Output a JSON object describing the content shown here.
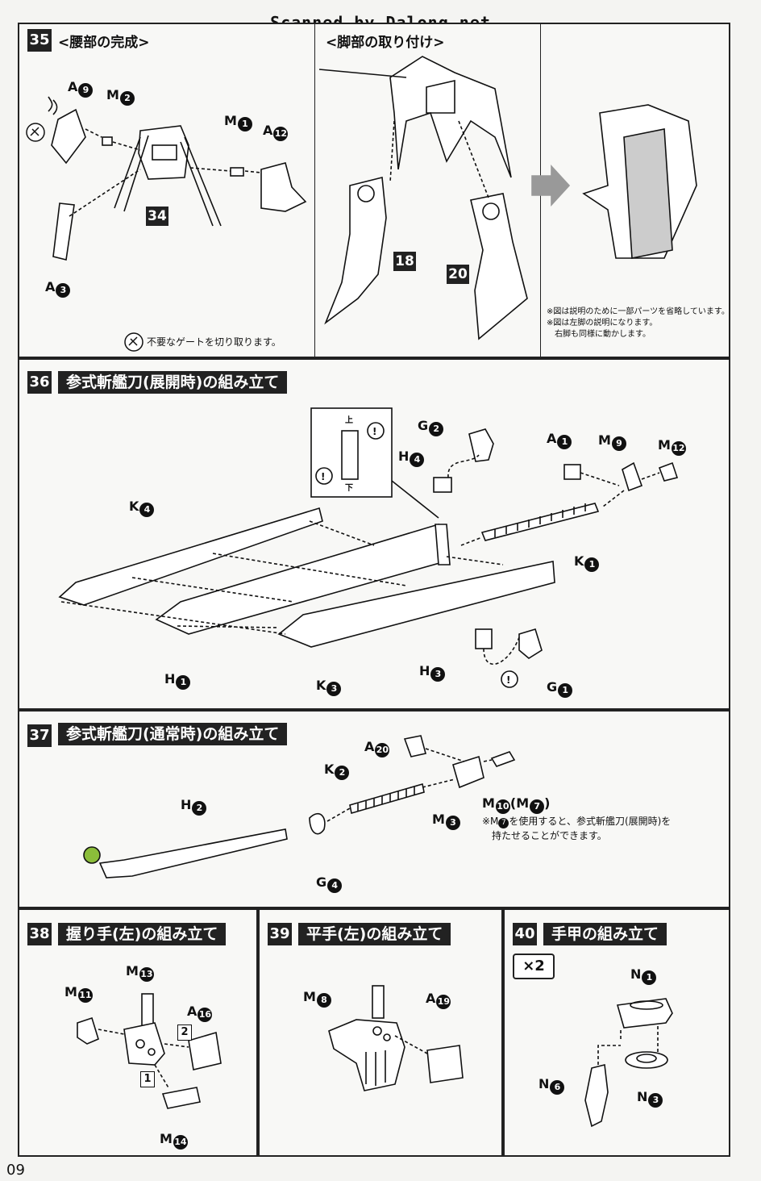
{
  "scan_credit": "Scanned by Dalong.net",
  "page_number": "09",
  "steps": {
    "s35": {
      "num": "35",
      "title": "<腰部の完成>",
      "sub_title": "<脚部の取り付け>",
      "labels": {
        "a9": "A",
        "m2": "M",
        "m1": "M",
        "a12": "A",
        "a3": "A",
        "p34": "34",
        "p18": "18",
        "p20": "20"
      },
      "gate_note": "不要なゲートを切り取ります。",
      "notes": [
        "※図は説明のために一部パーツを省略しています。",
        "※図は左脚の説明になります。",
        "右脚も同様に動かします。"
      ]
    },
    "s36": {
      "num": "36",
      "title": "参式斬艦刀(展開時)の組み立て",
      "labels": {
        "k4": "K",
        "h1": "H",
        "k3": "K",
        "g2": "G",
        "h4": "H",
        "a1": "A",
        "m9": "M",
        "m12": "M",
        "k1": "K",
        "h3": "H",
        "g1": "G"
      },
      "detail_up": "上",
      "detail_down": "下"
    },
    "s37": {
      "num": "37",
      "title": "参式斬艦刀(通常時)の組み立て",
      "labels": {
        "h2": "H",
        "g4": "G",
        "k2": "K",
        "a20": "A",
        "m3": "M",
        "m10": "M",
        "m7_paren": "(M",
        "m7_close": ")"
      },
      "note_lines": [
        "※M",
        "を使用すると、参式斬艦刀(展開時)を",
        "持たせることができます。"
      ]
    },
    "s38": {
      "num": "38",
      "title": "握り手(左)の組み立て",
      "labels": {
        "m13": "M",
        "m11": "M",
        "a16": "A",
        "m14": "M",
        "n1": "1",
        "n2": "2"
      }
    },
    "s39": {
      "num": "39",
      "title": "平手(左)の組み立て",
      "labels": {
        "m8": "M",
        "a19": "A"
      }
    },
    "s40": {
      "num": "40",
      "title": "手甲の組み立て",
      "multiplier": "×2",
      "labels": {
        "n1": "N",
        "n6": "N",
        "n3": "N"
      }
    }
  },
  "circled_numbers": {
    "c9": "9",
    "c2": "2",
    "c1": "1",
    "c12": "12",
    "c3": "3",
    "c4": "4",
    "c10": "10",
    "c7": "7",
    "c13": "13",
    "c11": "11",
    "c16": "16",
    "c14": "14",
    "c8": "8",
    "c19": "19",
    "c6": "6",
    "c20": "20"
  },
  "colors": {
    "ink": "#111111",
    "panel_bg": "#f8f8f6",
    "gate_icon": "#8bbd3a"
  }
}
